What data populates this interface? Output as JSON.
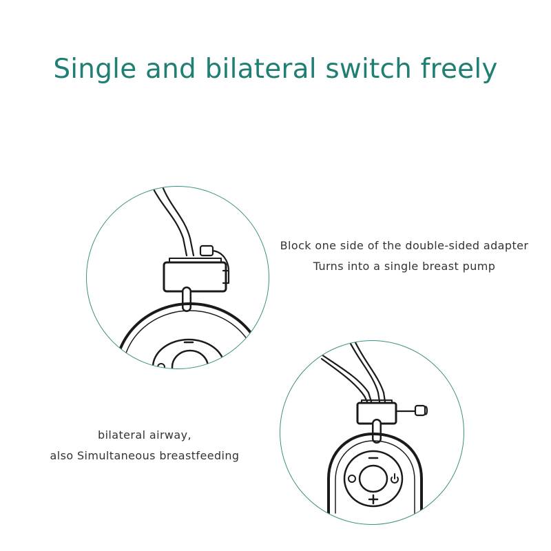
{
  "title": "Single and bilateral switch freely",
  "captions": {
    "single": {
      "line1": "Block one side of the double-sided adapter",
      "line2": "Turns into a single breast pump"
    },
    "bilateral": {
      "line1": "bilateral airway,",
      "line2": "also Simultaneous breastfeeding"
    }
  },
  "colors": {
    "accent": "#1f7f72",
    "circle_border": "#3d8e82",
    "line": "#1a1a1a"
  },
  "icons": {
    "top": "single-adapter-pump-illustration",
    "bottom": "bilateral-adapter-pump-illustration"
  }
}
